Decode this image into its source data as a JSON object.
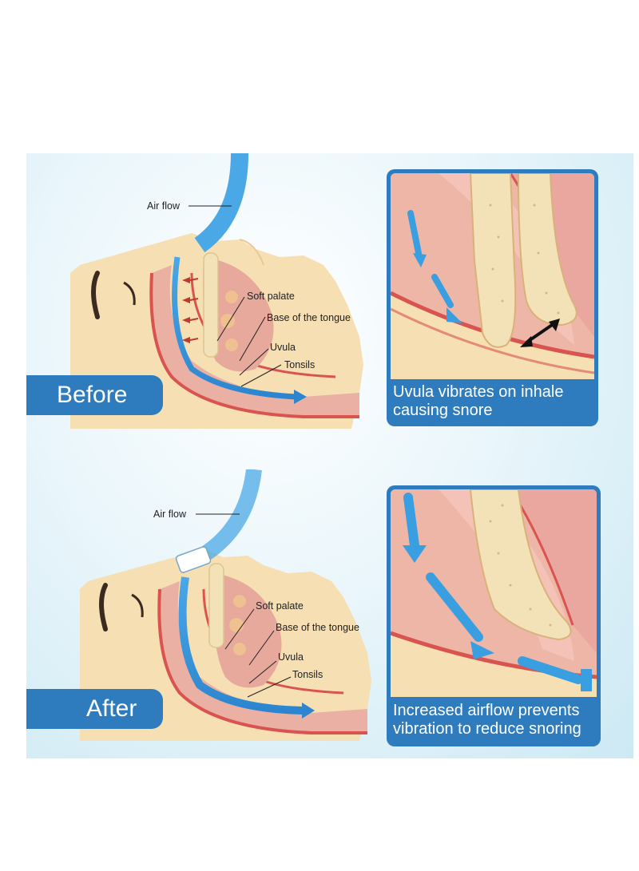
{
  "before": {
    "stage_label": "Before",
    "annotations": {
      "air_flow": "Air flow",
      "soft_palate": "Soft palate",
      "base_of_tongue": "Base of  the tongue",
      "uvula": "Uvula",
      "tonsils": "Tonsils"
    },
    "zoom_caption_line1": "Uvula vibrates on inhale",
    "zoom_caption_line2": "causing snore"
  },
  "after": {
    "stage_label": "After",
    "annotations": {
      "air_flow": "Air flow",
      "soft_palate": "Soft palate",
      "base_of_tongue": "Base of  the tongue",
      "uvula": "Uvula",
      "tonsils": "Tonsils"
    },
    "zoom_caption_line1": "Increased airflow prevents",
    "zoom_caption_line2": "vibration to reduce snoring"
  },
  "colors": {
    "accent_blue": "#2e7cbd",
    "airflow_blue": "#3a9fe0",
    "skin": "#f6dfb2",
    "tissue_pink": "#e9a7a0",
    "tissue_red": "#d9534f",
    "bone": "#f3e2b8"
  }
}
